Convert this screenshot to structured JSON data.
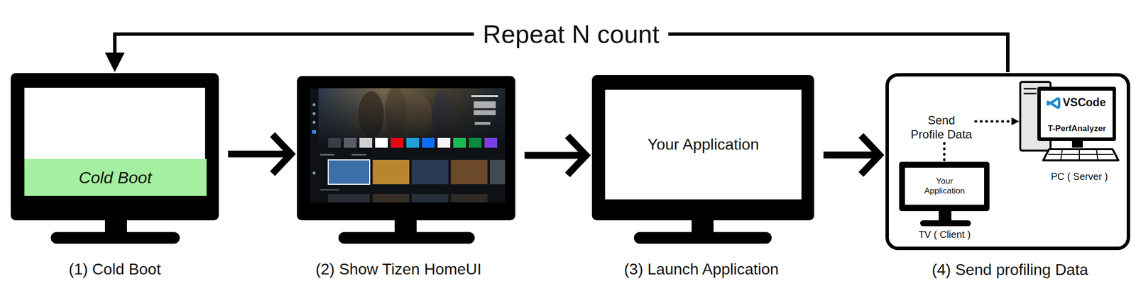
{
  "diagram": {
    "nodes": [
      {
        "text": [
          "(1) Cold Boot"
        ]
      },
      {
        "text": [
          "Cold Boot"
        ],
        "in": 0
      },
      {
        "text": [
          "(2) Show Tizen HomeUI"
        ]
      },
      {
        "text": [
          "Your Application",
          "(3) Launch Application"
        ]
      },
      {
        "text": [
          "(4) Send profiling Data"
        ]
      },
      {
        "text": [
          "Your Application",
          "TV ( Client )"
        ],
        "in": 4
      },
      {
        "text": [
          "VSCode",
          "T-PerfAnalyzer",
          "PC ( Server )"
        ],
        "in": 4
      }
    ],
    "edges": [
      {
        "from": 0,
        "to": 2,
        "arrow": "to"
      },
      {
        "from": 2,
        "to": 3,
        "arrow": "to"
      },
      {
        "from": 3,
        "to": 4,
        "arrow": "to"
      },
      {
        "from": 4,
        "to": 0,
        "label": "Repeat N count",
        "arrow": "to"
      },
      {
        "from": 5,
        "to": 6,
        "label": "Send Profile Data",
        "arrow": "to"
      }
    ]
  }
}
